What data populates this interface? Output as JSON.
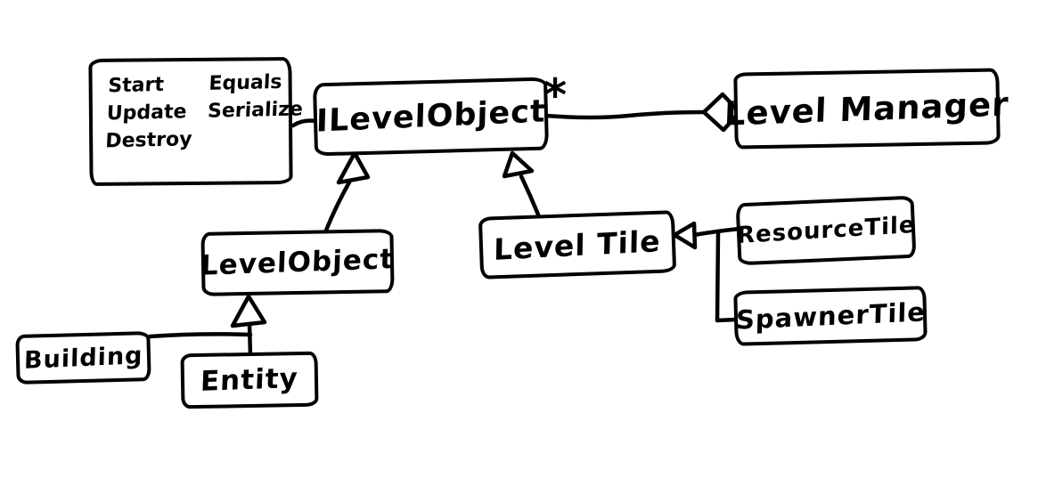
{
  "diagram": {
    "title_hint": "hand-drawn UML class diagram",
    "background_color": "#ffffff",
    "ink_color": "#000000",
    "nodes": {
      "methods_note": {
        "column1": [
          "Start",
          "Update",
          "Destroy"
        ],
        "column2": [
          "Equals",
          "Serialize"
        ]
      },
      "ilevel_object": {
        "label": "ILevelObject"
      },
      "level_manager": {
        "label": "Level Manager"
      },
      "level_object": {
        "label": "LevelObject"
      },
      "level_tile": {
        "label": "Level Tile"
      },
      "resource_tile": {
        "label": "ResourceTile"
      },
      "spawner_tile": {
        "label": "SpawnerTile"
      },
      "building": {
        "label": "Building"
      },
      "entity": {
        "label": "Entity"
      }
    },
    "edges": {
      "aggregation_multiplicity": "*",
      "aggregation": "ILevelObject * —◇ LevelManager",
      "generalizations": [
        "LevelObject —▷ ILevelObject",
        "LevelTile —▷ ILevelObject",
        "Building —▷ LevelObject",
        "Entity —▷ LevelObject",
        "ResourceTile —▷ LevelTile",
        "SpawnerTile —▷ LevelTile"
      ],
      "icons": {
        "aggregation_end": "hollow-diamond",
        "generalization_end": "hollow-triangle"
      }
    }
  }
}
